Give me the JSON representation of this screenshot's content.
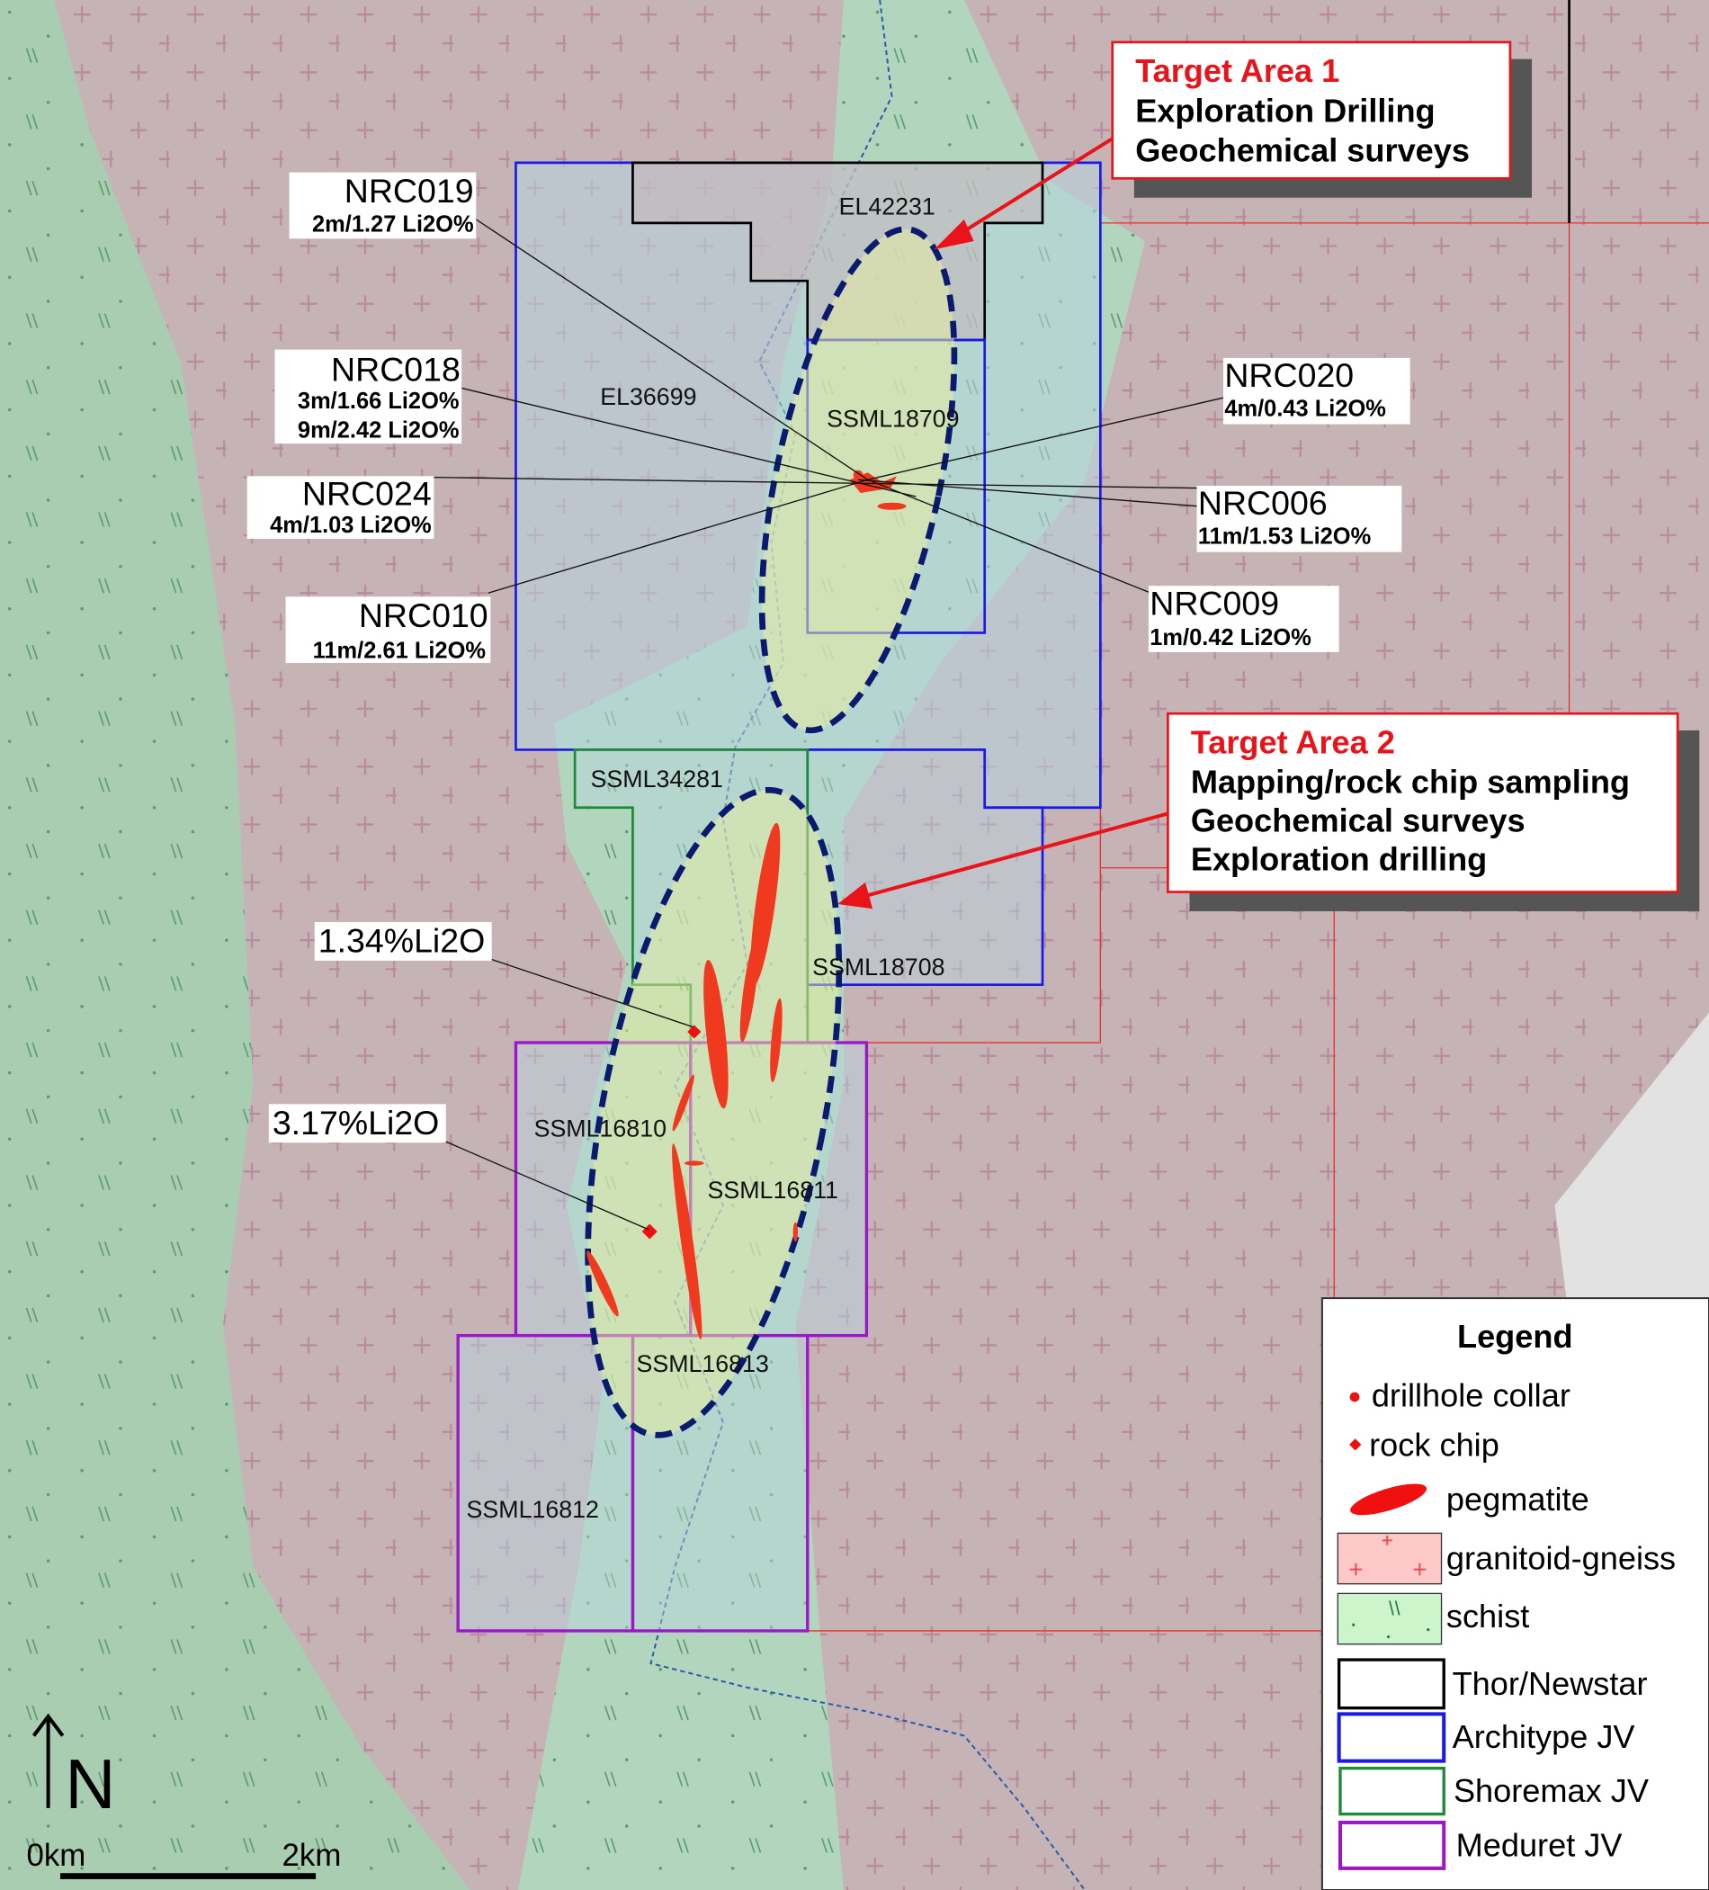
{
  "colors": {
    "granitoid": "#c9b3b7",
    "schist": "#9fc9a8",
    "architype": "#1a1ae6",
    "thor": "#000000",
    "shoremax": "#1e8a3a",
    "meduret": "#9a18c8",
    "target": "#0a1a6e",
    "accent": "#e8141a"
  },
  "tenements": {
    "el42231": "EL42231",
    "el36699": "EL36699",
    "ssml18709": "SSML18709",
    "ssml34281": "SSML34281",
    "ssml18708": "SSML18708",
    "ssml16810": "SSML16810",
    "ssml16811": "SSML16811",
    "ssml16813": "SSML16813",
    "ssml16812": "SSML16812"
  },
  "drillholes": [
    {
      "id": "NRC019",
      "results": [
        "2m/1.27 Li2O%"
      ]
    },
    {
      "id": "NRC018",
      "results": [
        "3m/1.66 Li2O%",
        "9m/2.42 Li2O%"
      ]
    },
    {
      "id": "NRC024",
      "results": [
        "4m/1.03 Li2O%"
      ]
    },
    {
      "id": "NRC010",
      "results": [
        "11m/2.61 Li2O%"
      ]
    },
    {
      "id": "NRC020",
      "results": [
        "4m/0.43 Li2O%"
      ]
    },
    {
      "id": "NRC006",
      "results": [
        "11m/1.53 Li2O%"
      ]
    },
    {
      "id": "NRC009",
      "results": [
        "1m/0.42 Li2O%"
      ]
    }
  ],
  "rock_chips": [
    "1.34%Li2O",
    "3.17%Li2O"
  ],
  "targets": [
    {
      "title": "Target Area 1",
      "lines": [
        "Exploration Drilling",
        "Geochemical surveys"
      ]
    },
    {
      "title": "Target Area 2",
      "lines": [
        "Mapping/rock chip sampling",
        "Geochemical surveys",
        "Exploration drilling"
      ]
    }
  ],
  "legend": {
    "title": "Legend",
    "items": [
      "drillhole collar",
      "rock chip",
      "pegmatite",
      "granitoid-gneiss",
      "schist",
      "Thor/Newstar",
      "Architype JV",
      "Shoremax JV",
      "Meduret JV"
    ]
  },
  "scale_bar": {
    "start": "0km",
    "end": "2km"
  },
  "north_label": "N"
}
